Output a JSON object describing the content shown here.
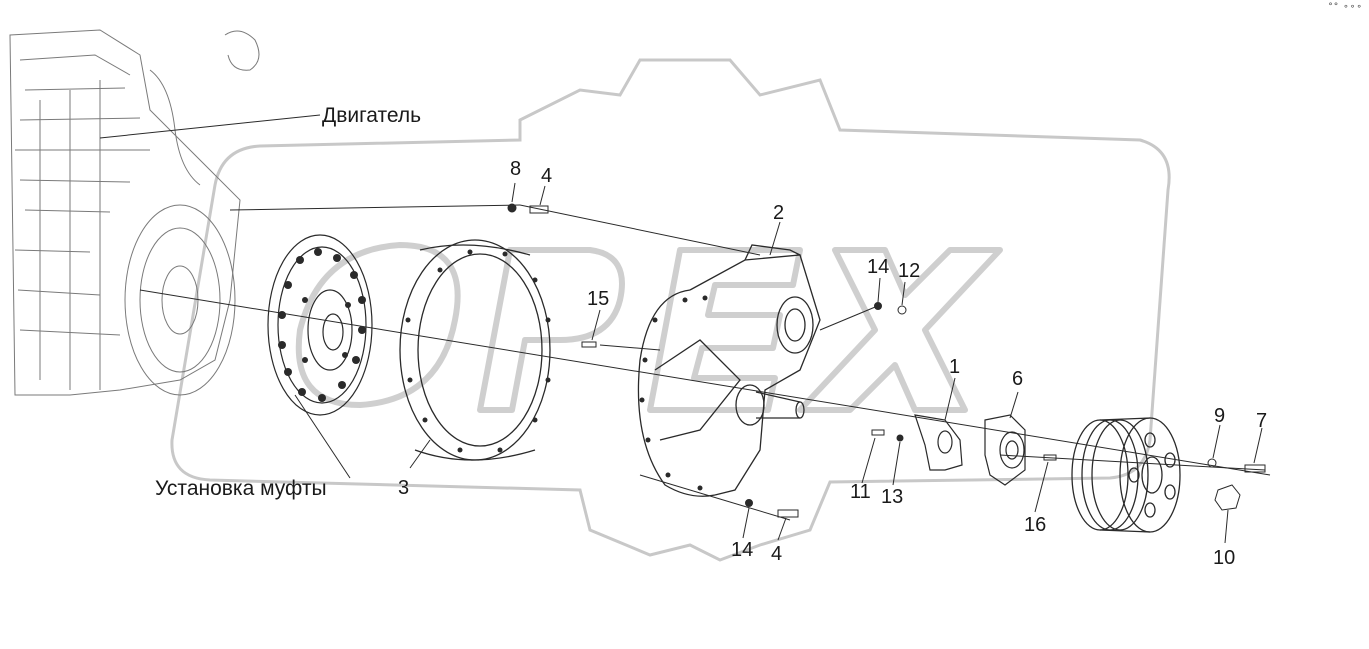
{
  "labels": {
    "engine": "Двигатель",
    "clutch_assembly": "Установка муфты",
    "p1": "1",
    "p2": "2",
    "p3": "3",
    "p4_top": "4",
    "p4_bottom": "4",
    "p6": "6",
    "p7": "7",
    "p8": "8",
    "p9": "9",
    "p10": "10",
    "p11": "11",
    "p12": "12",
    "p13": "13",
    "p14_top": "14",
    "p14_bottom": "14",
    "p15": "15",
    "p16": "16"
  },
  "watermark": {
    "text": "OPEX",
    "color": "#c8c8c8"
  },
  "colors": {
    "line": "#2a2a2a",
    "light_line": "#8a8a8a",
    "background": "#ffffff"
  }
}
